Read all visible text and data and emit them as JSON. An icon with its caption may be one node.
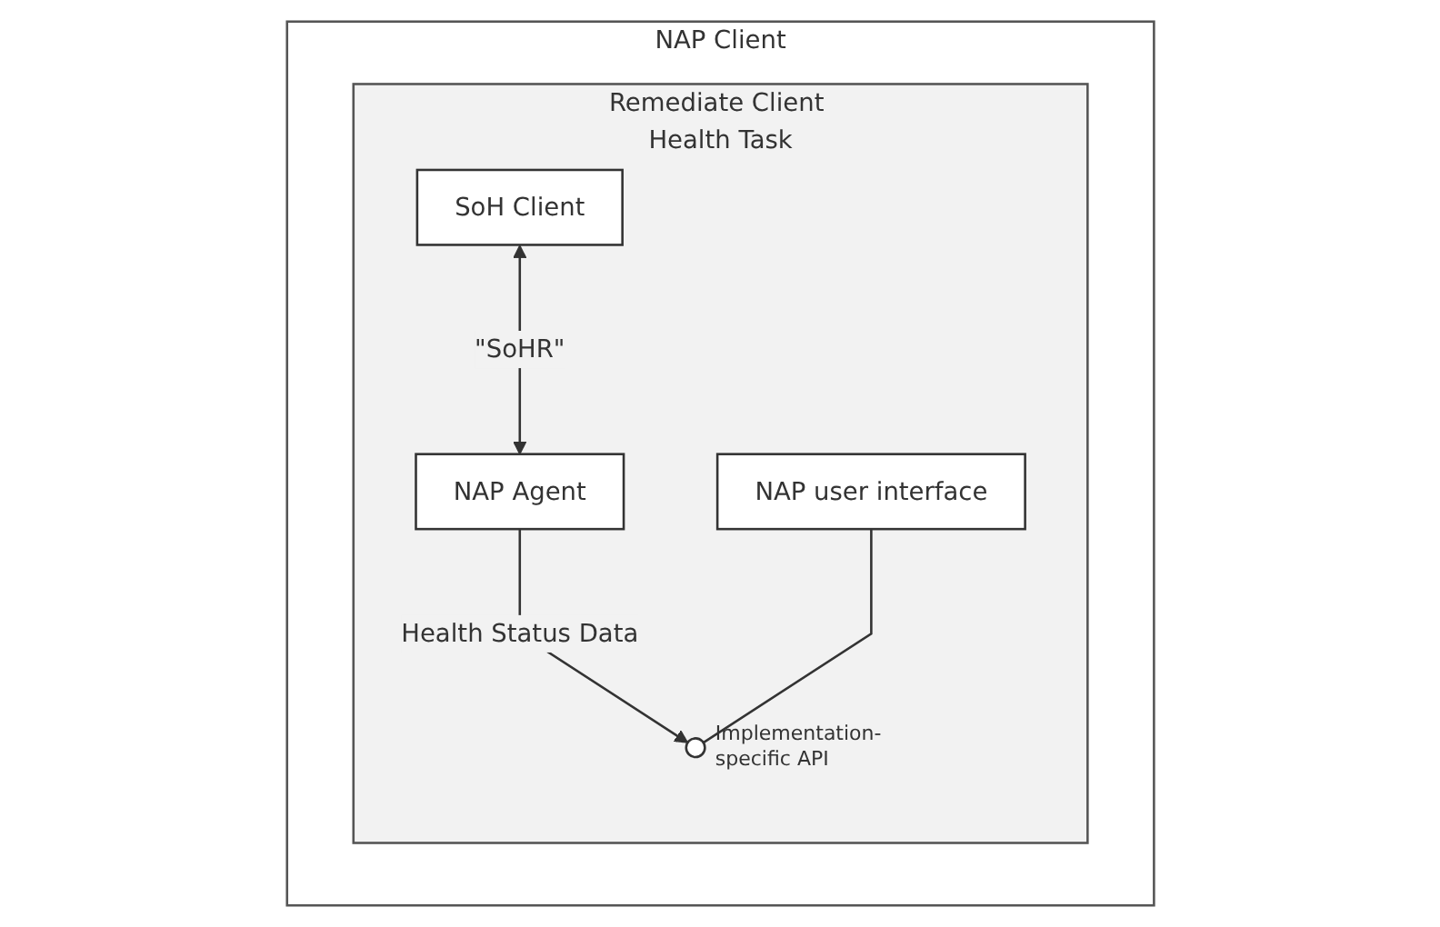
{
  "diagram": {
    "nodes": [
      {
        "text": [
          "NAP Client"
        ]
      },
      {
        "text": [
          "Remediate Client Health Task"
        ],
        "in": 0
      },
      {
        "text": [
          "SoH Client"
        ],
        "in": 1
      },
      {
        "text": [
          "NAP user interface"
        ],
        "in": 1
      },
      {
        "text": [
          "NAP Agent"
        ],
        "in": 1
      },
      {
        "text": [],
        "shape": "circle",
        "in": 1,
        "beside": [
          "Implementation-specific API"
        ]
      }
    ],
    "edges": [
      {
        "from": 2,
        "to": 4,
        "arrow": "both",
        "label": "\"SoHR\""
      },
      {
        "from": 4,
        "to": 5,
        "arrow": "to",
        "label": "Health Status Data"
      },
      {
        "from": 3,
        "to": 5,
        "arrow": "none"
      }
    ]
  }
}
